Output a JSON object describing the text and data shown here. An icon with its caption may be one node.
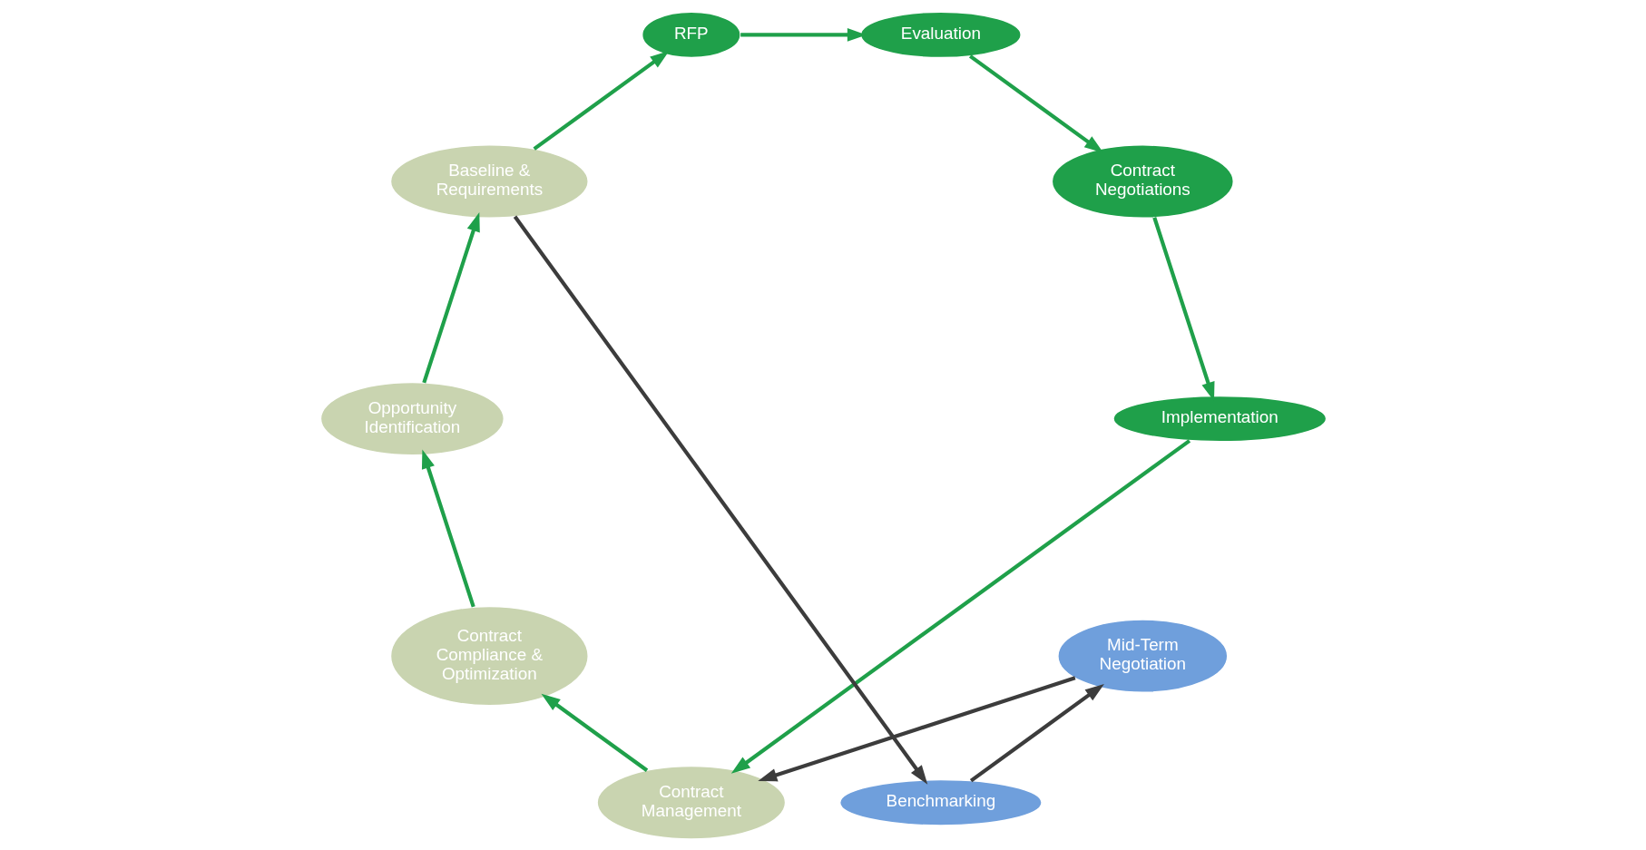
{
  "diagram": {
    "nodes": [
      {
        "text": [
          "Implementation"
        ]
      },
      {
        "text": [
          "Contract Management"
        ]
      },
      {
        "text": [
          "Contract Compliance & Optimization"
        ]
      },
      {
        "text": [
          "Mid-Term Negotiation"
        ]
      },
      {
        "text": [
          "Contract Negotiations"
        ]
      },
      {
        "text": [
          "Opportunity Identification"
        ]
      },
      {
        "text": [
          "Benchmarking"
        ]
      },
      {
        "text": [
          "Evaluation"
        ]
      },
      {
        "text": [
          "Baseline & Requirements"
        ]
      },
      {
        "text": [
          "RFP"
        ]
      }
    ],
    "edges": [
      {
        "from": 0,
        "to": 1,
        "arrow": "to"
      },
      {
        "from": 1,
        "to": 2,
        "arrow": "to"
      },
      {
        "from": 2,
        "to": 5,
        "arrow": "to"
      },
      {
        "from": 5,
        "to": 8,
        "arrow": "to"
      },
      {
        "from": 8,
        "to": 9,
        "arrow": "to"
      },
      {
        "from": 9,
        "to": 7,
        "arrow": "to"
      },
      {
        "from": 7,
        "to": 4,
        "arrow": "to"
      },
      {
        "from": 4,
        "to": 0,
        "arrow": "to"
      },
      {
        "from": 8,
        "to": 6,
        "arrow": "to",
        "color": "#3c3c3c"
      },
      {
        "from": 6,
        "to": 3,
        "arrow": "to",
        "color": "#3c3c3c"
      },
      {
        "from": 3,
        "to": 1,
        "arrow": "to",
        "color": "#3c3c3c"
      }
    ]
  }
}
